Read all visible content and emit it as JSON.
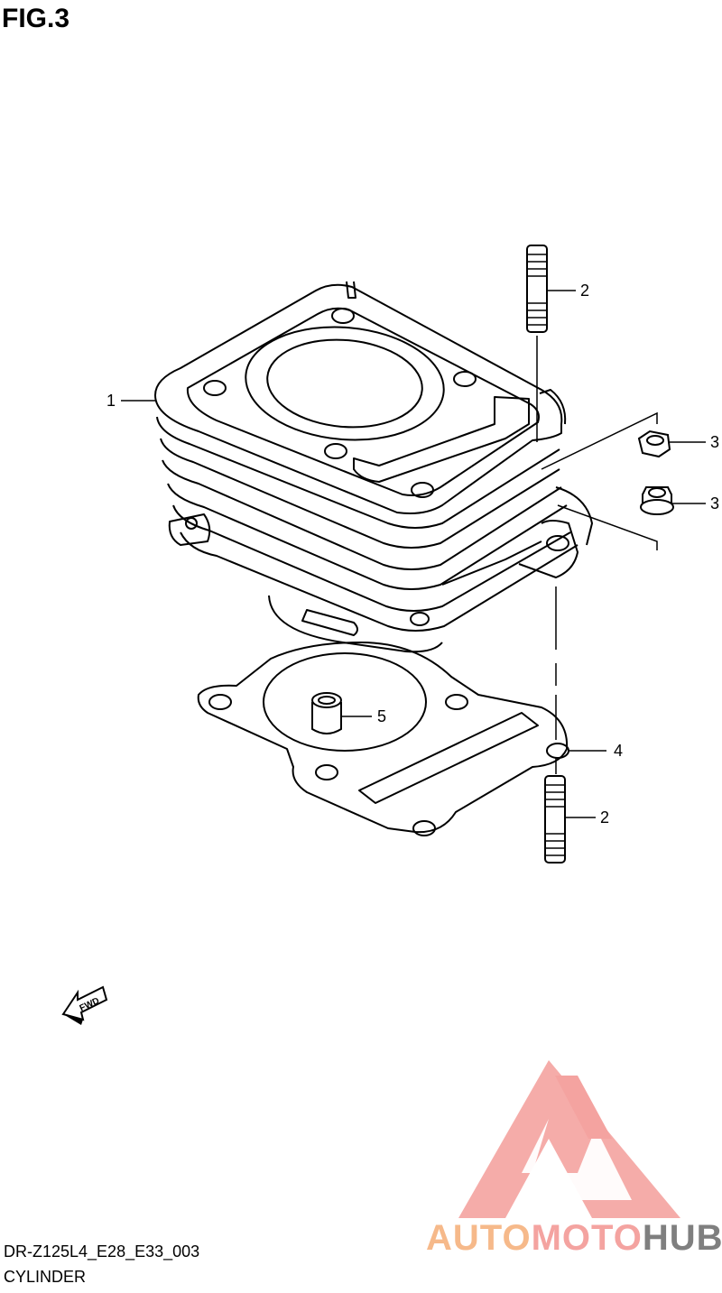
{
  "figure": {
    "title": "FIG.3"
  },
  "callouts": [
    "1",
    "2",
    "3",
    "3",
    "2",
    "4",
    "5"
  ],
  "fwd_label": "FWD",
  "watermark": {
    "part1": "AUTO",
    "part2": "MOTO",
    "part3": "HUB"
  },
  "footer": {
    "code": "DR-Z125L4_E28_E33_003",
    "caption": "CYLINDER"
  },
  "colors": {
    "line": "#000000",
    "logo_red": "#f4a3a0",
    "logo_orange": "#f6b98a",
    "logo_gray": "#7f7f7f"
  }
}
